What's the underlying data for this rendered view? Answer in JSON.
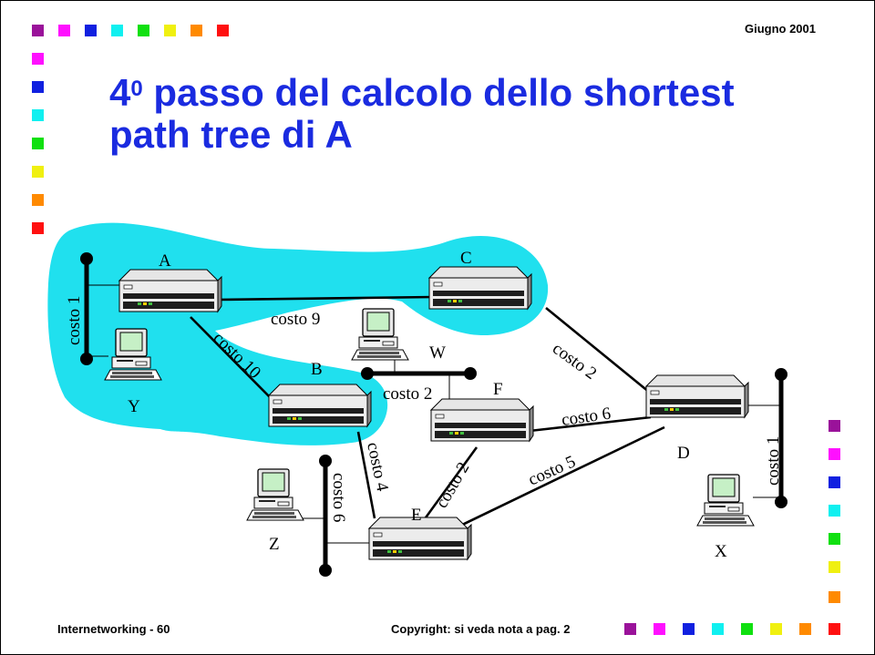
{
  "header": {
    "date": "Giugno 2001"
  },
  "title": {
    "digit": "4",
    "sup": "0",
    "rest": " passo del calcolo dello shortest",
    "line2": "path tree di A"
  },
  "footer": {
    "left": "Internetworking - 60",
    "right": "Copyright: si veda nota a pag. 2"
  },
  "colors": {
    "palette": [
      "#9a129a",
      "#ff10ff",
      "#1020e0",
      "#10f0f0",
      "#10e010",
      "#f0f010",
      "#ff8a00",
      "#ff1010"
    ],
    "highlight": "#20e0ee",
    "title": "#1a2be0"
  },
  "diagram": {
    "nodes": {
      "A": "A",
      "B": "B",
      "C": "C",
      "D": "D",
      "E": "E",
      "F": "F"
    },
    "hosts": {
      "W": "W",
      "X": "X",
      "Y": "Y",
      "Z": "Z"
    },
    "links": {
      "AC": "costo 9",
      "AB": "costo 10",
      "CD": "costo 2",
      "FD": "costo 6",
      "ED": "costo 5",
      "FE": "costo 2",
      "BE": "costo 4",
      "segA": "costo 1",
      "segX": "costo 1",
      "segW": "costo 2",
      "segZ": "costo 6"
    }
  }
}
